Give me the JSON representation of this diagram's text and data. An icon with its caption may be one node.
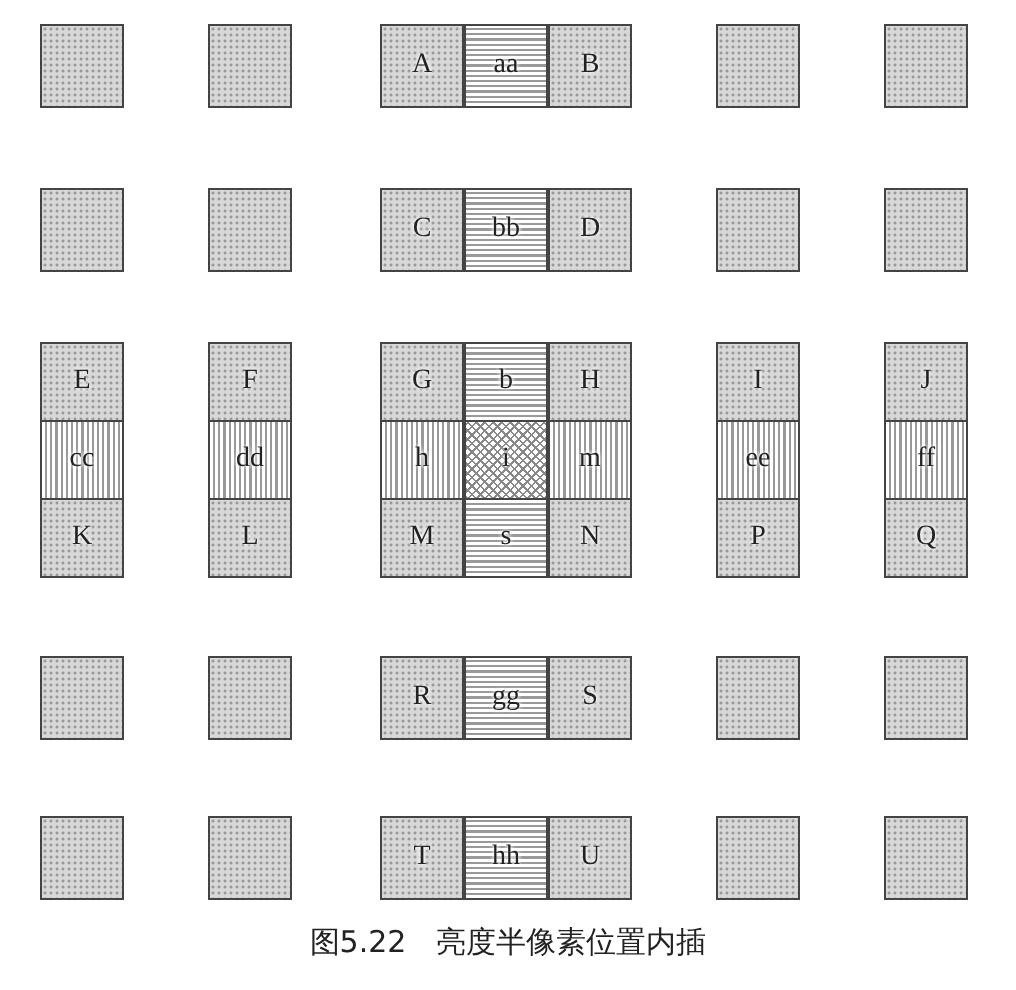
{
  "diagram": {
    "caption": "图5.22　亮度半像素位置内插",
    "nodes": [
      {
        "text": [],
        "shape": "box"
      },
      {
        "text": [],
        "shape": "box"
      },
      {
        "text": [
          "A"
        ]
      },
      {
        "text": [
          "aa"
        ]
      },
      {
        "text": [
          "B"
        ]
      },
      {
        "text": [],
        "shape": "box"
      },
      {
        "text": [],
        "shape": "box"
      },
      {
        "text": [],
        "shape": "box"
      },
      {
        "text": [],
        "shape": "box"
      },
      {
        "text": [
          "C"
        ]
      },
      {
        "text": [
          "bb"
        ]
      },
      {
        "text": [
          "D"
        ]
      },
      {
        "text": [],
        "shape": "box"
      },
      {
        "text": [],
        "shape": "box"
      },
      {
        "text": [
          "E"
        ]
      },
      {
        "text": [
          "F"
        ]
      },
      {
        "text": [
          "G"
        ]
      },
      {
        "text": [
          "b"
        ]
      },
      {
        "text": [
          "H"
        ]
      },
      {
        "text": [
          "I"
        ]
      },
      {
        "text": [
          "J"
        ]
      },
      {
        "text": [
          "cc"
        ]
      },
      {
        "text": [
          "dd"
        ]
      },
      {
        "text": [
          "h"
        ]
      },
      {
        "text": [
          "i"
        ]
      },
      {
        "text": [
          "m"
        ]
      },
      {
        "text": [
          "ee"
        ]
      },
      {
        "text": [
          "ff"
        ]
      },
      {
        "text": [
          "K"
        ]
      },
      {
        "text": [
          "L"
        ]
      },
      {
        "text": [
          "M"
        ]
      },
      {
        "text": [
          "s"
        ]
      },
      {
        "text": [
          "N"
        ]
      },
      {
        "text": [
          "P"
        ]
      },
      {
        "text": [
          "Q"
        ]
      },
      {
        "text": [],
        "shape": "box"
      },
      {
        "text": [],
        "shape": "box"
      },
      {
        "text": [
          "R"
        ]
      },
      {
        "text": [
          "gg"
        ]
      },
      {
        "text": [
          "S"
        ]
      },
      {
        "text": [],
        "shape": "box"
      },
      {
        "text": [],
        "shape": "box"
      },
      {
        "text": [],
        "shape": "box"
      },
      {
        "text": [],
        "shape": "box"
      },
      {
        "text": [
          "T"
        ]
      },
      {
        "text": [
          "hh"
        ]
      },
      {
        "text": [
          "U"
        ]
      },
      {
        "text": [],
        "shape": "box"
      },
      {
        "text": [],
        "shape": "box"
      }
    ]
  }
}
